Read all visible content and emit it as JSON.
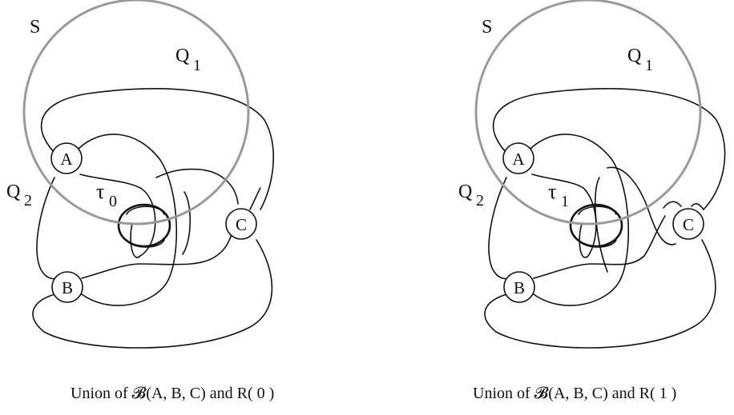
{
  "figures": [
    {
      "sphere_label": "S",
      "q1_label": "Q",
      "q1_sub": "1",
      "q2_label": "Q",
      "q2_sub": "2",
      "tau_label": "τ",
      "tau_sub": "0",
      "node_a": "A",
      "node_b": "B",
      "node_c": "C",
      "caption": "Union of 𝓑(A, B, C) and R( 0 )"
    },
    {
      "sphere_label": "S",
      "q1_label": "Q",
      "q1_sub": "1",
      "q2_label": "Q",
      "q2_sub": "2",
      "tau_label": "τ",
      "tau_sub": "1",
      "node_a": "A",
      "node_b": "B",
      "node_c": "C",
      "caption": "Union of 𝓑(A, B, C) and R( 1 )"
    }
  ]
}
